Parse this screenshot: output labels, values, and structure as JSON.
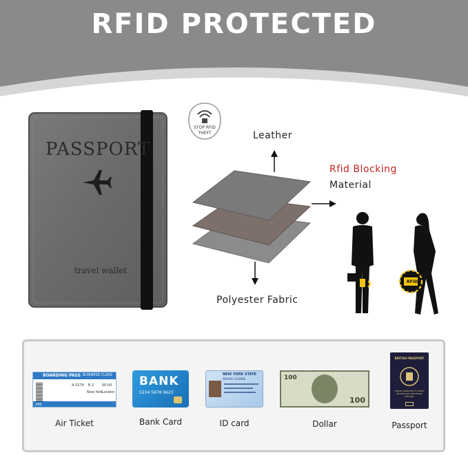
{
  "banner": {
    "title": "RFID PROTECTED"
  },
  "passport_cover": {
    "title": "PASSPORT",
    "subtitle": "travel wallet"
  },
  "badge": {
    "line1": "STOP RFID",
    "line2": "THEFT"
  },
  "layers": {
    "top": "Leather",
    "middle_line1": "Rfid Blocking",
    "middle_line2": "Material",
    "bottom": "Polyester Fabric"
  },
  "scene": {
    "tag": "RFID"
  },
  "items": [
    {
      "label": "Air Ticket",
      "icon": "boarding-pass"
    },
    {
      "label": "Bank Card",
      "icon": "bank-card"
    },
    {
      "label": "ID card",
      "icon": "id-card"
    },
    {
      "label": "Dollar",
      "icon": "dollar-bill"
    },
    {
      "label": "Passport",
      "icon": "passport-booklet"
    }
  ],
  "ticket": {
    "header": "BOARDING PASS",
    "class": "BUSINESS CLASS",
    "seat": "A 0274",
    "gate": "B 2",
    "time": "00:00",
    "from": "New York",
    "to": "London",
    "number": "240"
  },
  "bank": {
    "name": "BANK",
    "number": "5234 5678 9623"
  },
  "id": {
    "title": "NEW YORK STATE",
    "sub": "DRIVER LICENSE"
  },
  "british": {
    "title": "BRITISH PASSPORT",
    "sub": "UNITED KINGDOM OF GREAT BRITAIN AND NORTHERN IRELAND"
  },
  "colors": {
    "banner": "#8a8a8a",
    "leather": "#6e6e6e",
    "accent_red": "#c0231f",
    "tray_border": "#c9c9c9"
  }
}
